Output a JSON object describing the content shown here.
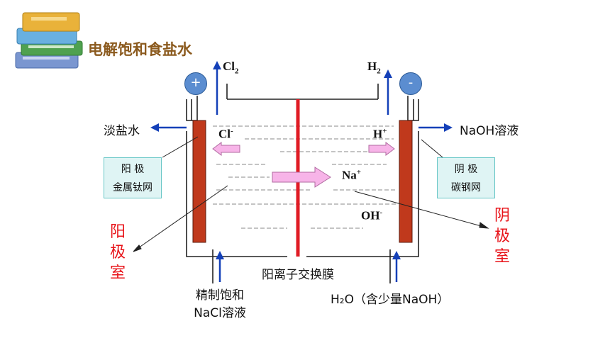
{
  "title": "电解饱和食盐水",
  "electrodes": {
    "anode_sign": "+",
    "cathode_sign": "-",
    "anode_box": {
      "line1": "阳    极",
      "line2": "金属钛网"
    },
    "cathode_box": {
      "line1": "阴    极",
      "line2": "碳钢网"
    }
  },
  "gases": {
    "left": "Cl",
    "left_sub": "2",
    "right": "H",
    "right_sub": "2"
  },
  "ions": {
    "cl": "Cl",
    "cl_sup": "-",
    "h": "H",
    "h_sup": "+",
    "na": "Na",
    "na_sup": "+",
    "oh": "OH",
    "oh_sup": "-"
  },
  "flows": {
    "left_out": "淡盐水",
    "right_out": "NaOH溶液",
    "left_in_line1": "精制饱和",
    "left_in_line2": "NaCl溶液",
    "right_in": "H₂O（含少量NaOH）"
  },
  "membrane_label": "阳离子交换膜",
  "chambers": {
    "anode": [
      "阳",
      "极",
      "室"
    ],
    "cathode": [
      "阴",
      "极",
      "室"
    ]
  },
  "colors": {
    "membrane": "#e01b24",
    "electrode": "#c0391c",
    "arrow_blue": "#1440b8",
    "ion_arrow": "#f7b4e8",
    "room_text": "#e8141a"
  }
}
